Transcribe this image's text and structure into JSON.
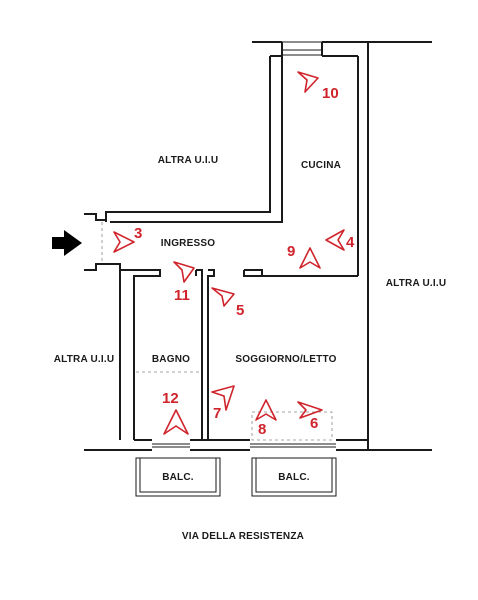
{
  "plan": {
    "colors": {
      "wall": "#1a1a1a",
      "marker": "#d0242c",
      "arrow": "#000000",
      "background": "#ffffff"
    },
    "rooms": {
      "cucina": "CUCINA",
      "ingresso": "INGRESSO",
      "bagno": "BAGNO",
      "soggiorno": "SOGGIORNO/LETTO",
      "altra_top": "ALTRA U.I.U",
      "altra_left": "ALTRA U.I.U",
      "altra_right": "ALTRA U.I.U",
      "balc_left": "BALC.",
      "balc_right": "BALC."
    },
    "street": "VIA DELLA RESISTENZA",
    "entrance_icon": "arrow-right-icon",
    "markers": [
      {
        "id": "10",
        "label": "10"
      },
      {
        "id": "3",
        "label": "3"
      },
      {
        "id": "4",
        "label": "4"
      },
      {
        "id": "9",
        "label": "9"
      },
      {
        "id": "11",
        "label": "11"
      },
      {
        "id": "5",
        "label": "5"
      },
      {
        "id": "12",
        "label": "12"
      },
      {
        "id": "7",
        "label": "7"
      },
      {
        "id": "8",
        "label": "8"
      },
      {
        "id": "6",
        "label": "6"
      }
    ]
  }
}
